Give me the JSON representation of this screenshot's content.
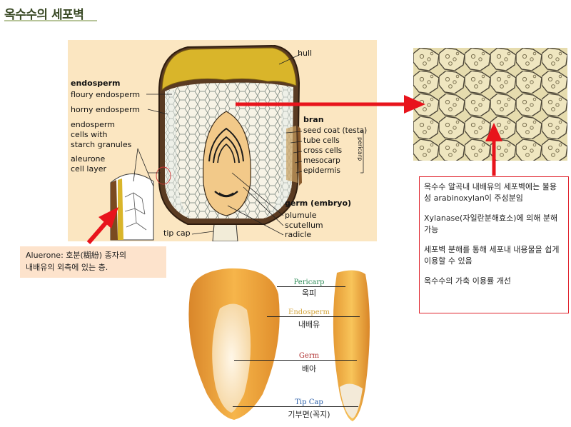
{
  "page": {
    "title": "옥수수의 세포벽"
  },
  "kernel_labels": {
    "hull": "hull",
    "endosperm": "endosperm",
    "floury": "floury endosperm",
    "horny": "horny endosperm",
    "starch_1": "endosperm",
    "starch_2": "cells with",
    "starch_3": "starch granules",
    "aleurone_1": "aleurone",
    "aleurone_2": "cell layer",
    "bran": "bran",
    "seed_coat": "seed coat (testa)",
    "tube": "tube cells",
    "cross": "cross cells",
    "mesocarp": "mesocarp",
    "epidermis": "epidermis",
    "pericarp": "pericarp",
    "germ": "germ (embryo)",
    "plumule": "plumule",
    "scutellum": "scutellum",
    "radicle": "radicle",
    "tip_cap": "tip cap"
  },
  "note_box": {
    "p1": "옥수수 알곡내 내배유의 세포벽에는 불용성 arabinoxylan이 주성분임",
    "p2": " Xylanase(자일란분해효소)에 의해 분해 가능",
    "p3": " 세포벽 분해를 통해 세포내 내용물을 쉽게 이용할 수 있음",
    "p4": "옥수수의 가축 이용률 개선"
  },
  "aleurone_note": {
    "line1": "Aluerone: 호분(糊紛) 종자의",
    "line2": "내배유의 외측에 있는 층."
  },
  "photo_labels": [
    {
      "en": "Pericarp",
      "ko": "옥피",
      "color": "#2e8b57"
    },
    {
      "en": "Endosperm",
      "ko": "내배유",
      "color": "#d4a53c"
    },
    {
      "en": "Germ",
      "ko": "배아",
      "color": "#b03030"
    },
    {
      "en": "Tip Cap",
      "ko": "기부면(꼭지)",
      "color": "#2b5fa8"
    }
  ],
  "colors": {
    "arrow": "#e8141c",
    "panel": "#fbe6c1",
    "hull": "#d9b52a",
    "germ": "#f2c989"
  }
}
